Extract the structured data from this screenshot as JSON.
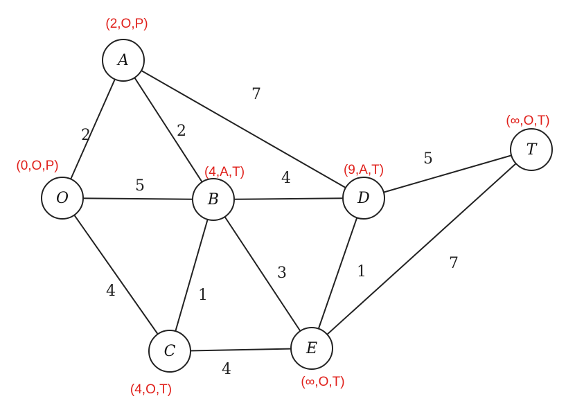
{
  "colors": {
    "node_stroke": "#222222",
    "edge": "#222222",
    "label": "#e0201b",
    "background": "#ffffff"
  },
  "nodes": [
    {
      "id": "A",
      "label": "A",
      "tag": "(2,O,P)"
    },
    {
      "id": "O",
      "label": "O",
      "tag": "(0,O,P)"
    },
    {
      "id": "B",
      "label": "B",
      "tag": "(4,A,T)"
    },
    {
      "id": "D",
      "label": "D",
      "tag": "(9,A,T)"
    },
    {
      "id": "T",
      "label": "T",
      "tag": "(∞,O,T)"
    },
    {
      "id": "C",
      "label": "C",
      "tag": "(4,O,T)"
    },
    {
      "id": "E",
      "label": "E",
      "tag": "(∞,O,T)"
    }
  ],
  "edges": [
    {
      "from": "O",
      "to": "A",
      "weight": "2"
    },
    {
      "from": "A",
      "to": "B",
      "weight": "2"
    },
    {
      "from": "A",
      "to": "D",
      "weight": "7"
    },
    {
      "from": "O",
      "to": "B",
      "weight": "5"
    },
    {
      "from": "B",
      "to": "D",
      "weight": "4"
    },
    {
      "from": "D",
      "to": "T",
      "weight": "5"
    },
    {
      "from": "O",
      "to": "C",
      "weight": "4"
    },
    {
      "from": "C",
      "to": "B",
      "weight": "1"
    },
    {
      "from": "B",
      "to": "E",
      "weight": "3"
    },
    {
      "from": "D",
      "to": "E",
      "weight": "1"
    },
    {
      "from": "C",
      "to": "E",
      "weight": "4"
    },
    {
      "from": "E",
      "to": "T",
      "weight": "7"
    }
  ]
}
